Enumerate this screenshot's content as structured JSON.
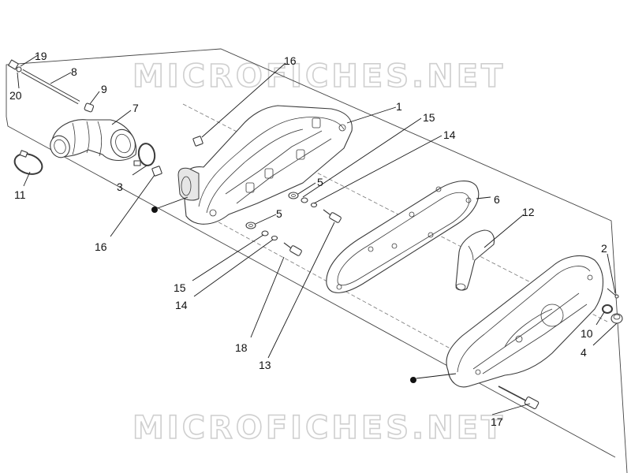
{
  "watermark": {
    "text": "MICROFICHES.NET"
  },
  "callouts": {
    "c1": "1",
    "c2": "2",
    "c3": "3",
    "c4": "4",
    "c5a": "5",
    "c5b": "5",
    "c6": "6",
    "c7": "7",
    "c8": "8",
    "c9": "9",
    "c10": "10",
    "c11": "11",
    "c12": "12",
    "c13": "13",
    "c14a": "14",
    "c14b": "14",
    "c15a": "15",
    "c15b": "15",
    "c16a": "16",
    "c16b": "16",
    "c17": "17",
    "c18": "18",
    "c19": "19",
    "c20": "20"
  },
  "colors": {
    "line": "#3a3a3a",
    "watermark": "#cfcfcf",
    "background": "#ffffff"
  }
}
